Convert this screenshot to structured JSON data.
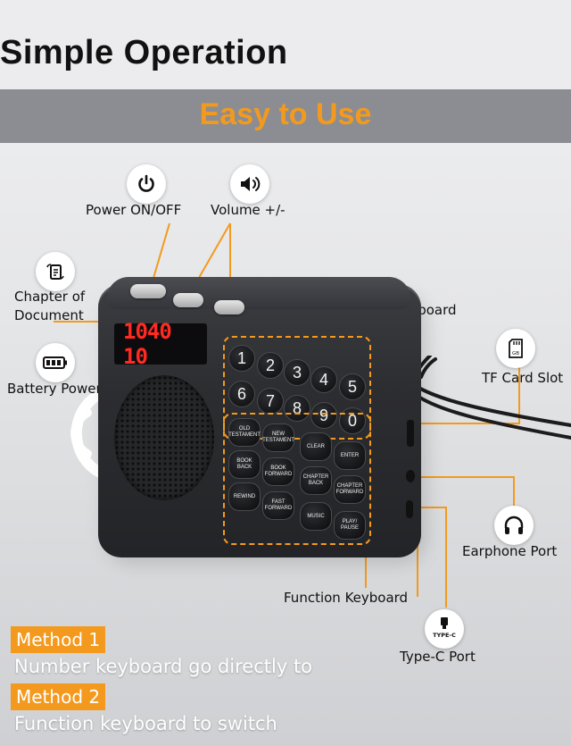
{
  "header": {
    "title": "Simple Operation",
    "subtitle": "Easy to Use"
  },
  "callouts": {
    "power": {
      "label": "Power ON/OFF",
      "icon": "power-icon"
    },
    "volume": {
      "label": "Volume +/-",
      "icon": "speaker-volume-icon"
    },
    "chapter": {
      "label": "Chapter of Document",
      "icon": "document-sync-icon"
    },
    "battery": {
      "label": "Battery Power",
      "icon": "battery-icon"
    },
    "number_keyboard": {
      "label": "Number Keyboard"
    },
    "tf_card": {
      "label": "TF Card Slot",
      "icon": "sd-card-icon",
      "icon_text": "GB"
    },
    "earphone": {
      "label": "Earphone Port",
      "icon": "headphones-icon"
    },
    "function_keyboard": {
      "label": "Function Keyboard"
    },
    "typec": {
      "label": "Type-C Port",
      "icon": "usb-c-icon",
      "icon_text": "TYPE-C"
    }
  },
  "device": {
    "display": "1040 10",
    "number_keys": [
      "1",
      "2",
      "3",
      "4",
      "5",
      "6",
      "7",
      "8",
      "9",
      "0"
    ],
    "function_keys": [
      "OLD TESTAMENT",
      "NEW TESTAMENT",
      "CLEAR",
      "ENTER",
      "BOOK BACK",
      "BOOK FORWARD",
      "CHAPTER BACK",
      "CHAPTER FORWARD",
      "REWIND",
      "FAST FORWARD",
      "MUSIC",
      "PLAY/ PAUSE"
    ]
  },
  "methods": [
    {
      "tag": "Method 1",
      "text": "Number keyboard go directly to"
    },
    {
      "tag": "Method 2",
      "text": "Function keyboard to switch"
    }
  ],
  "colors": {
    "accent": "#f39a1e",
    "display_red": "#ff2a22",
    "band": "#8b8d92"
  }
}
